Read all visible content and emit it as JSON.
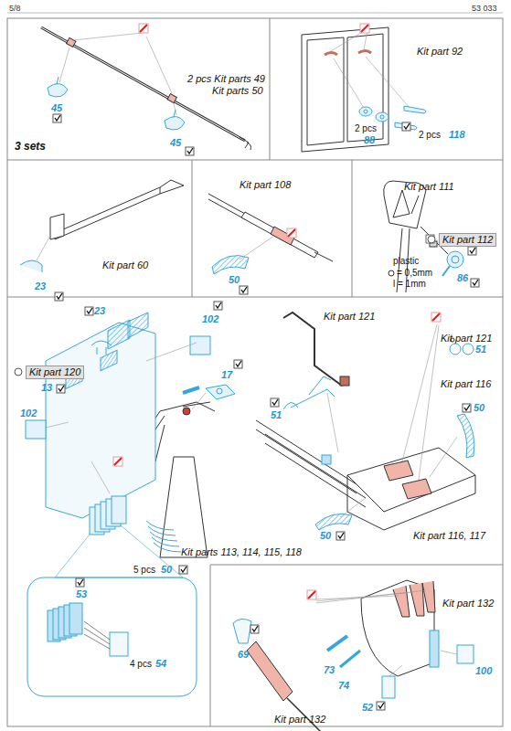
{
  "diagram": {
    "labels": [
      "5/8",
      "53 033",
      "2 pcs Kit parts 49",
      "Kit parts 50",
      "45",
      "45",
      "3 sets",
      "Kit part 92",
      "2 pcs",
      "88",
      "2 pcs",
      "118",
      "Kit part 60",
      "23",
      "Kit part 108",
      "50",
      "Kit part 111",
      "Kit part 112",
      "plastic",
      "= 0,5mm",
      "l = 1mm",
      "86",
      "23",
      "102",
      "Kit part 120",
      "13",
      "17",
      "102",
      "Kit parts 113, 114, 115, 118",
      "5 pcs",
      "50",
      "53",
      "4 pcs",
      "54",
      "Kit part 121",
      "Kit part 121",
      "51",
      "Kit part 116",
      "51",
      "50",
      "50",
      "Kit part 116, 117",
      "69",
      "73",
      "74",
      "Kit part 132",
      "100",
      "52",
      "Kit part 132"
    ]
  }
}
